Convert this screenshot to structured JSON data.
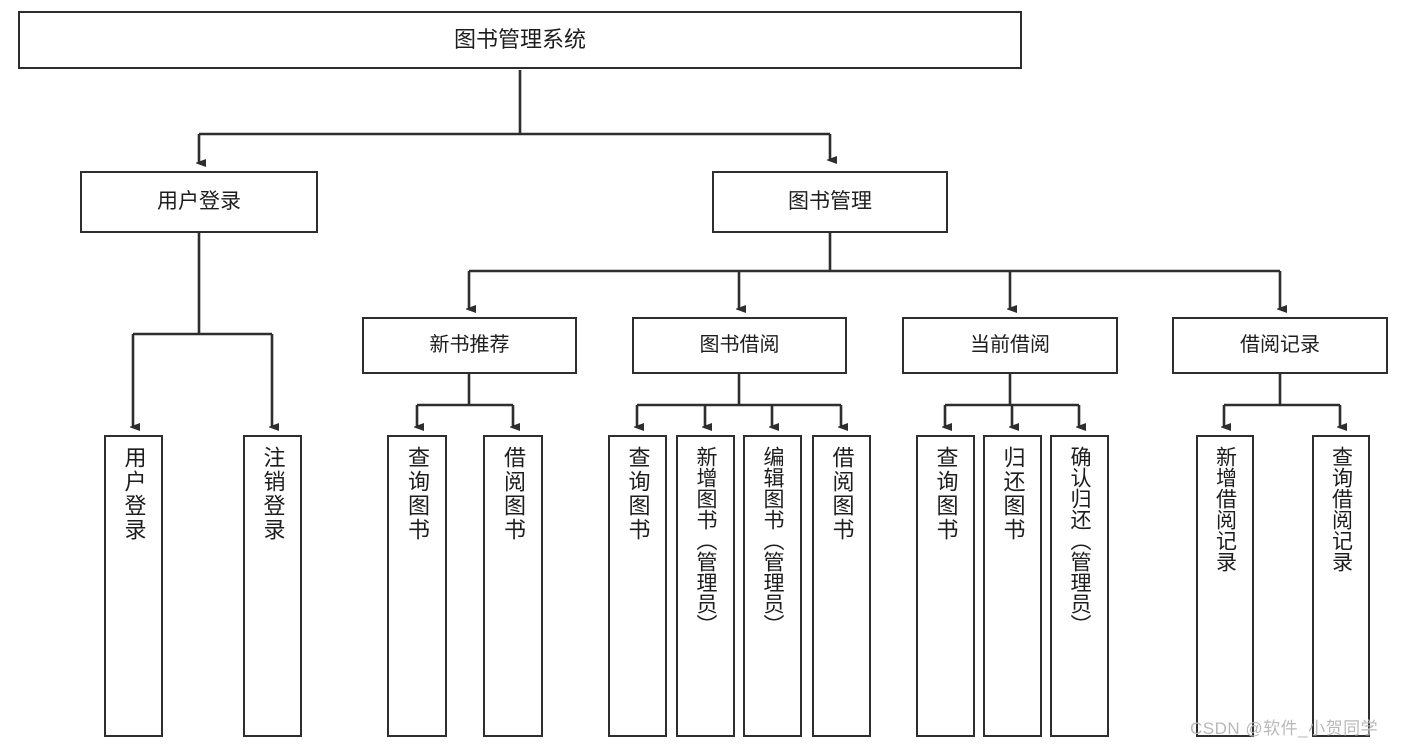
{
  "diagram": {
    "title": "图书管理系统",
    "type": "tree-hierarchy-chart",
    "orientation": "top-down",
    "colors": {
      "box_border": "#2e2e2e",
      "box_fill": "#ffffff",
      "connector": "#2e2e2e",
      "text": "#1d1d1d",
      "watermark": "#b9b9b9",
      "background": "#ffffff"
    }
  },
  "root": {
    "label": "图书管理系统"
  },
  "level1": [
    {
      "label": "用户登录"
    },
    {
      "label": "图书管理"
    }
  ],
  "level2": [
    {
      "label": "新书推荐"
    },
    {
      "label": "图书借阅"
    },
    {
      "label": "当前借阅"
    },
    {
      "label": "借阅记录"
    }
  ],
  "leaves": {
    "user_login": [
      {
        "label": "用户登录"
      },
      {
        "label": "注销登录"
      }
    ],
    "new_book_recommend": [
      {
        "label": "查询图书"
      },
      {
        "label": "借阅图书"
      }
    ],
    "book_borrow": [
      {
        "label": "查询图书"
      },
      {
        "label": "新增图书（管理员）"
      },
      {
        "label": "编辑图书（管理员）"
      },
      {
        "label": "借阅图书"
      }
    ],
    "current_borrow": [
      {
        "label": "查询图书"
      },
      {
        "label": "归还图书"
      },
      {
        "label": "确认归还（管理员）"
      }
    ],
    "borrow_record": [
      {
        "label": "新增借阅记录"
      },
      {
        "label": "查询借阅记录"
      }
    ]
  },
  "watermark": {
    "text": "CSDN @软件_小贺同学"
  }
}
